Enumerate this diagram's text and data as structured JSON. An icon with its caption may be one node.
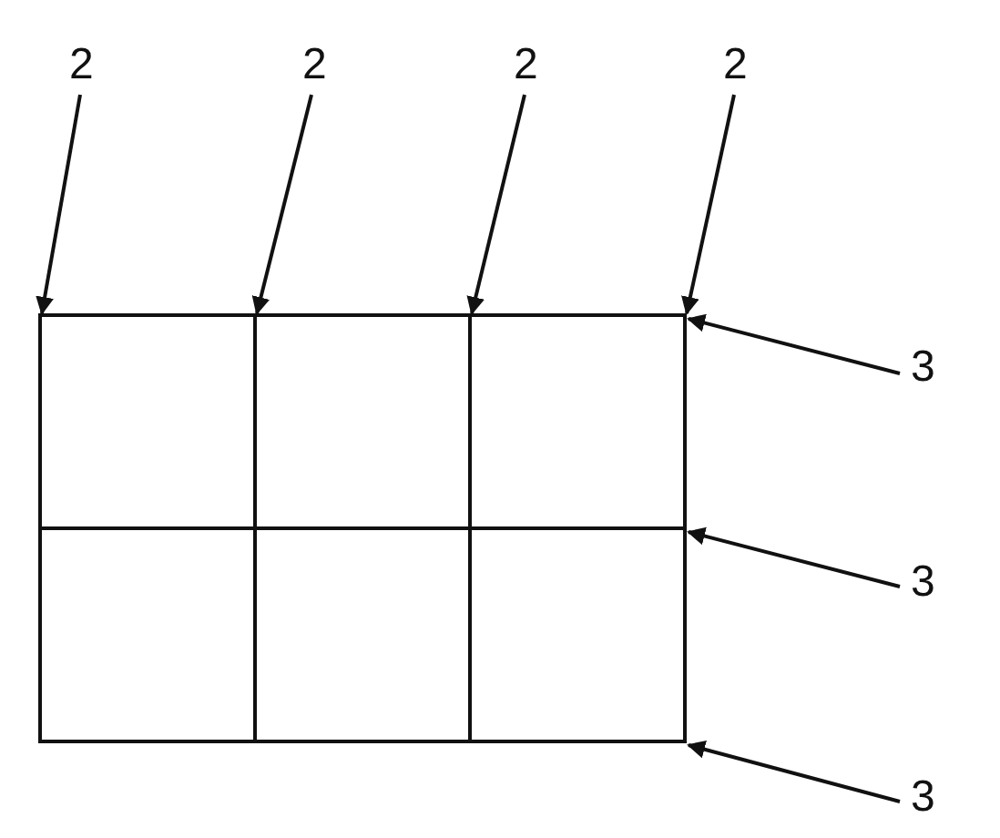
{
  "diagram": {
    "nodes": [
      {
        "text": [
          "2"
        ]
      },
      {
        "text": [
          "2"
        ]
      },
      {
        "text": [
          "2"
        ]
      },
      {
        "text": [
          "2"
        ]
      },
      {
        "text": [
          "3"
        ]
      },
      {
        "text": [
          "3"
        ]
      },
      {
        "text": [
          "3"
        ]
      }
    ],
    "edges": [
      {
        "from": 0,
        "to": null,
        "arrow": "to"
      },
      {
        "from": 1,
        "to": null,
        "arrow": "to"
      },
      {
        "from": 2,
        "to": null,
        "arrow": "to"
      },
      {
        "from": 3,
        "to": null,
        "arrow": "to"
      },
      {
        "from": 4,
        "to": null,
        "arrow": "to"
      },
      {
        "from": 5,
        "to": null,
        "arrow": "to"
      },
      {
        "from": 6,
        "to": null,
        "arrow": "to"
      }
    ]
  }
}
